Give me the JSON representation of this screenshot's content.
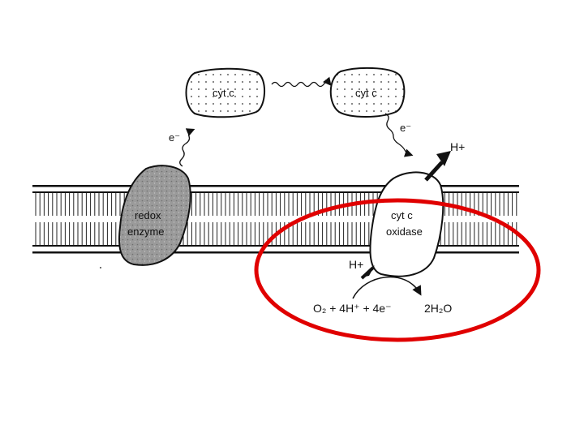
{
  "labels": {
    "cyt_c_left": "cyt c",
    "cyt_c_right": "cyt c",
    "electron_left": "e⁻",
    "electron_right": "e⁻",
    "h_plus_top": "H+",
    "h_plus_bottom": "H+",
    "redox_line1": "redox",
    "redox_line2": "enzyme",
    "oxidase_line1": "cyt c",
    "oxidase_line2": "oxidase"
  },
  "reaction": {
    "left": "O₂ + 4H⁺ + 4e⁻",
    "right": "2H₂O"
  },
  "colors": {
    "highlight": "#e00000",
    "redox_fill": "#9a9a9a",
    "ink": "#111111"
  }
}
